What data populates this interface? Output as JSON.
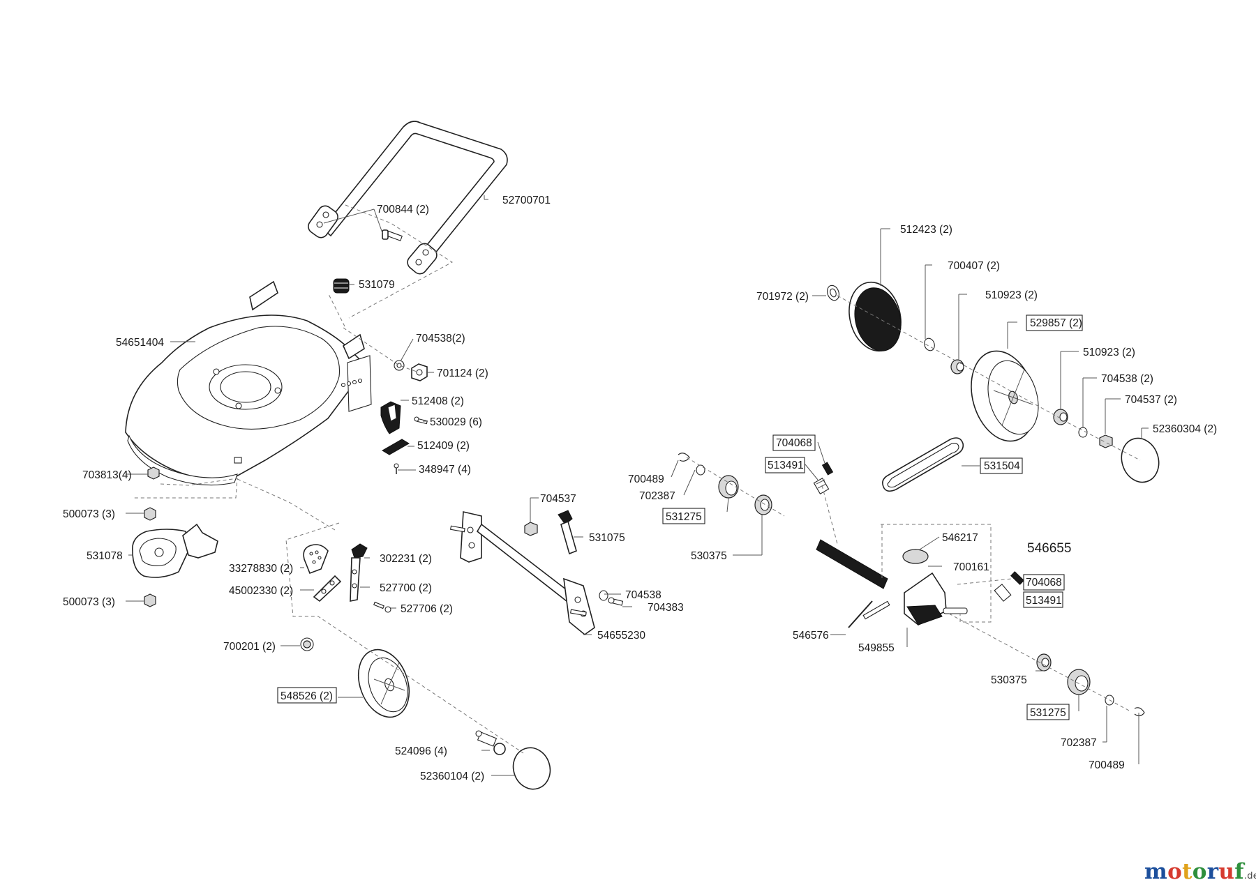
{
  "labels": [
    {
      "text": "52700701"
    },
    {
      "text": "700844 (2)"
    },
    {
      "text": "531079"
    },
    {
      "text": "54651404"
    },
    {
      "text": "704538(2)"
    },
    {
      "text": "701124 (2)"
    },
    {
      "text": "512408 (2)"
    },
    {
      "text": "530029 (6)"
    },
    {
      "text": "512409 (2)"
    },
    {
      "text": "348947 (4)"
    },
    {
      "text": "703813(4)"
    },
    {
      "text": "500073 (3)"
    },
    {
      "text": "531078"
    },
    {
      "text": "500073 (3)"
    },
    {
      "text": "33278830 (2)"
    },
    {
      "text": "45002330 (2)"
    },
    {
      "text": "302231 (2)"
    },
    {
      "text": "527700 (2)"
    },
    {
      "text": "527706 (2)"
    },
    {
      "text": "700201 (2)"
    },
    {
      "text": "548526 (2)"
    },
    {
      "text": "524096 (4)"
    },
    {
      "text": "52360104 (2)"
    },
    {
      "text": "704537"
    },
    {
      "text": "531075"
    },
    {
      "text": "704538"
    },
    {
      "text": "704383"
    },
    {
      "text": "54655230"
    },
    {
      "text": "512423 (2)"
    },
    {
      "text": "700407 (2)"
    },
    {
      "text": "701972 (2)"
    },
    {
      "text": "510923 (2)"
    },
    {
      "text": "529857 (2)"
    },
    {
      "text": "510923 (2)"
    },
    {
      "text": "704538 (2)"
    },
    {
      "text": "704537 (2)"
    },
    {
      "text": "52360304 (2)"
    },
    {
      "text": "704068"
    },
    {
      "text": "513491"
    },
    {
      "text": "531504"
    },
    {
      "text": "700489"
    },
    {
      "text": "702387"
    },
    {
      "text": "531275"
    },
    {
      "text": "530375"
    },
    {
      "text": "546217"
    },
    {
      "text": "546655"
    },
    {
      "text": "700161"
    },
    {
      "text": "704068"
    },
    {
      "text": "513491"
    },
    {
      "text": "546576"
    },
    {
      "text": "549855"
    },
    {
      "text": "530375"
    },
    {
      "text": "531275"
    },
    {
      "text": "702387"
    },
    {
      "text": "700489"
    }
  ],
  "brand": {
    "chars": [
      "m",
      "o",
      "t",
      "o",
      "r",
      "u",
      "f"
    ],
    "tld": ".de"
  }
}
